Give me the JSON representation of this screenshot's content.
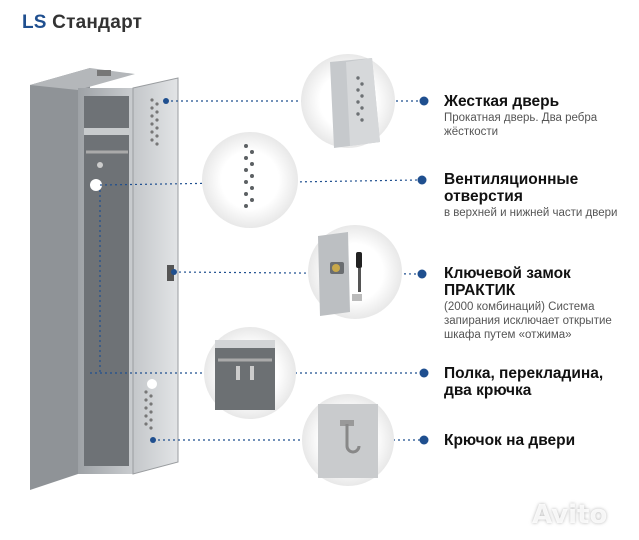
{
  "title": {
    "ls": "LS",
    "name": "Стандарт"
  },
  "features": [
    {
      "heading": "Жесткая дверь",
      "desc": "Прокатная дверь. Два ребра жёсткости"
    },
    {
      "heading": "Вентиляционные отверстия",
      "desc": "в верхней и нижней части двери"
    },
    {
      "heading": "Ключевой замок ПРАКТИК",
      "desc": "(2000 комбинаций) Система запирания исключает открытие шкафа путем «отжима»"
    },
    {
      "heading": "Полка, перекладина, два крючка",
      "desc": ""
    },
    {
      "heading": "Крючок на двери",
      "desc": ""
    }
  ],
  "watermark": "Avito",
  "colors": {
    "accent": "#1f4f8f",
    "dot": "#234e8a",
    "metal": "#b9bcbf"
  }
}
